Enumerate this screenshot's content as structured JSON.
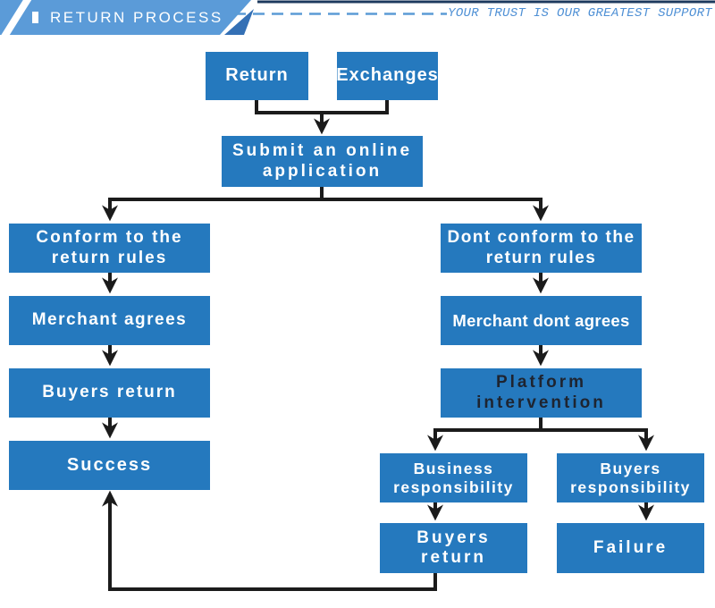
{
  "header": {
    "title": "RETURN PROCESS",
    "slogan": "YOUR TRUST IS OUR GREATEST SUPPORT"
  },
  "colors": {
    "banner_blue": "#5b9bd8",
    "fold_blue": "#3470b5",
    "top_line_blue": "#1d3a5e",
    "dash_accent_blue": "#5b9bd5",
    "box_blue": "#2579be",
    "connector_black": "#1b1b1b",
    "platform_text_dark": "#1e2430",
    "box_text_white": "#ffffff"
  },
  "flowchart": {
    "nodes": {
      "return": "Return",
      "exchanges": "Exchanges",
      "submit": "Submit an online application",
      "conform": "Conform to the return rules",
      "merchant_agrees": "Merchant agrees",
      "buyers_return": "Buyers return",
      "success": "Success",
      "dont_conform": "Dont conform to the return rules",
      "merchant_dont_agree": "Merchant dont agrees",
      "platform": "Platform intervention",
      "business_responsibility": "Business responsibility",
      "buyers_responsibility": "Buyers responsibility",
      "buyers_return_2": "Buyers return",
      "failure": "Failure"
    }
  }
}
